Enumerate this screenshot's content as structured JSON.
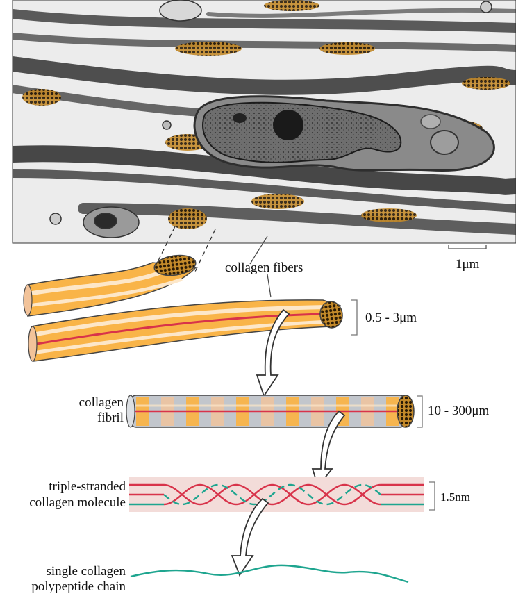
{
  "micrograph": {
    "scale_bar_label": "1μm"
  },
  "labels": {
    "collagen_fibers": "collagen fibers",
    "fiber_size": "0.5 - 3μm",
    "fibril_line1": "collagen",
    "fibril_line2": "fibril",
    "fibril_size": "10 - 300μm",
    "molecule_line1": "triple-stranded",
    "molecule_line2": "collagen molecule",
    "molecule_size": "1.5nm",
    "chain_line1": "single collagen",
    "chain_line2": "polypeptide chain"
  },
  "colors": {
    "fiber_fill": "#f9b448",
    "fiber_light": "#fde7c9",
    "fiber_stripe": "#f2c39a",
    "fibril_gray": "#c2c6cc",
    "red_strand": "#d8334a",
    "teal_strand": "#1ea58f",
    "molecule_bg": "#f3dcd9",
    "arrow_fill": "#ffffff",
    "outline": "#444444"
  }
}
